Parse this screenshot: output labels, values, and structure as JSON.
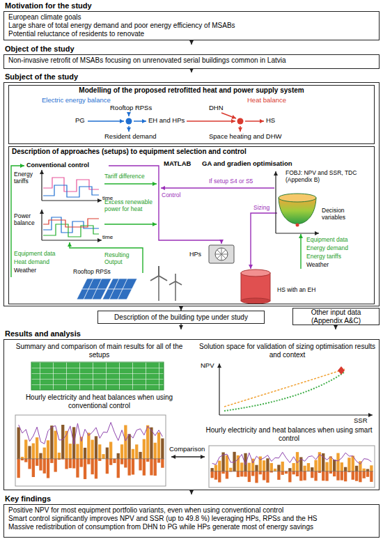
{
  "diagram": {
    "nodes": [
      {
        "text": [
          "Motivation for the study",
          "European climate goals",
          "Large share of total energy demand and poor energy efficiency of MSABs",
          "Potential reluctance of residents to renovate"
        ]
      },
      {
        "text": [
          "Object of the study",
          "Non-invasive retrofit of MSABs focusing on unrenovated serial buildings common in Latvia"
        ]
      },
      {
        "text": [
          "Subject of the study"
        ]
      },
      {
        "text": [
          "Modelling of the proposed retrofitted heat and power supply system"
        ],
        "in": 2
      },
      {
        "text": [
          "Description of approaches (setups) to equipment selection and control"
        ],
        "in": 2
      },
      {
        "text": [
          "Description of the building type under study"
        ]
      },
      {
        "text": [
          "Other input data (Appendix A&C)"
        ]
      },
      {
        "text": [
          "Results and analysis"
        ]
      },
      {
        "text": [
          "Key findings",
          "Positive NPV for most equipment portfolio variants, even when using conventional control",
          "Smart control significantly improves NPV and SSR (up to 49.8 %) leveraging HPs, RPSs and the HS",
          "Massive redistribution of consumption from DHN to PG while HPs generate most of energy savings"
        ]
      }
    ],
    "edges": [
      {
        "from": 0,
        "to": 1,
        "arrow": "to"
      },
      {
        "from": 1,
        "to": 2,
        "arrow": "to"
      },
      {
        "from": 2,
        "to": 5,
        "arrow": "to"
      },
      {
        "from": 5,
        "to": 7,
        "arrow": "to"
      },
      {
        "from": 6,
        "to": 7,
        "arrow": "to"
      },
      {
        "from": 7,
        "to": 8,
        "arrow": "to"
      }
    ],
    "labels": [
      "Electric energy balance",
      "Rooftop RPSs",
      "PG",
      "EH and HPs",
      "Resident demand",
      "DHN",
      "Heat balance",
      "HS",
      "Space heating and DHW",
      "Conventional control",
      "MATLAB",
      "GA and gradien optimisation",
      "FOBJ: NPV and SSR, TDC (Appendix B)",
      "Energy tariffs",
      "time",
      "Tariff difference",
      "If setup S4 or S5",
      "Control",
      "Decision variables",
      "Sizing",
      "Excess renewable power for heat",
      "Power balance",
      "time",
      "Equipment data",
      "Heat demand",
      "Weather",
      "Resulting Output",
      "HPs",
      "Equipment data",
      "Energy demand",
      "Energy tariffs",
      "Weather",
      "Rooftop RPSs",
      "HS with an EH",
      "Summary and comparison of main results for all of the setups",
      "Solution space for validation of sizing optimisation results and context",
      "NPV",
      "SSR",
      "Hourly electricity and heat balances when using conventional control",
      "Comparison",
      "Hourly electricity and heat balances when using smart control"
    ]
  }
}
